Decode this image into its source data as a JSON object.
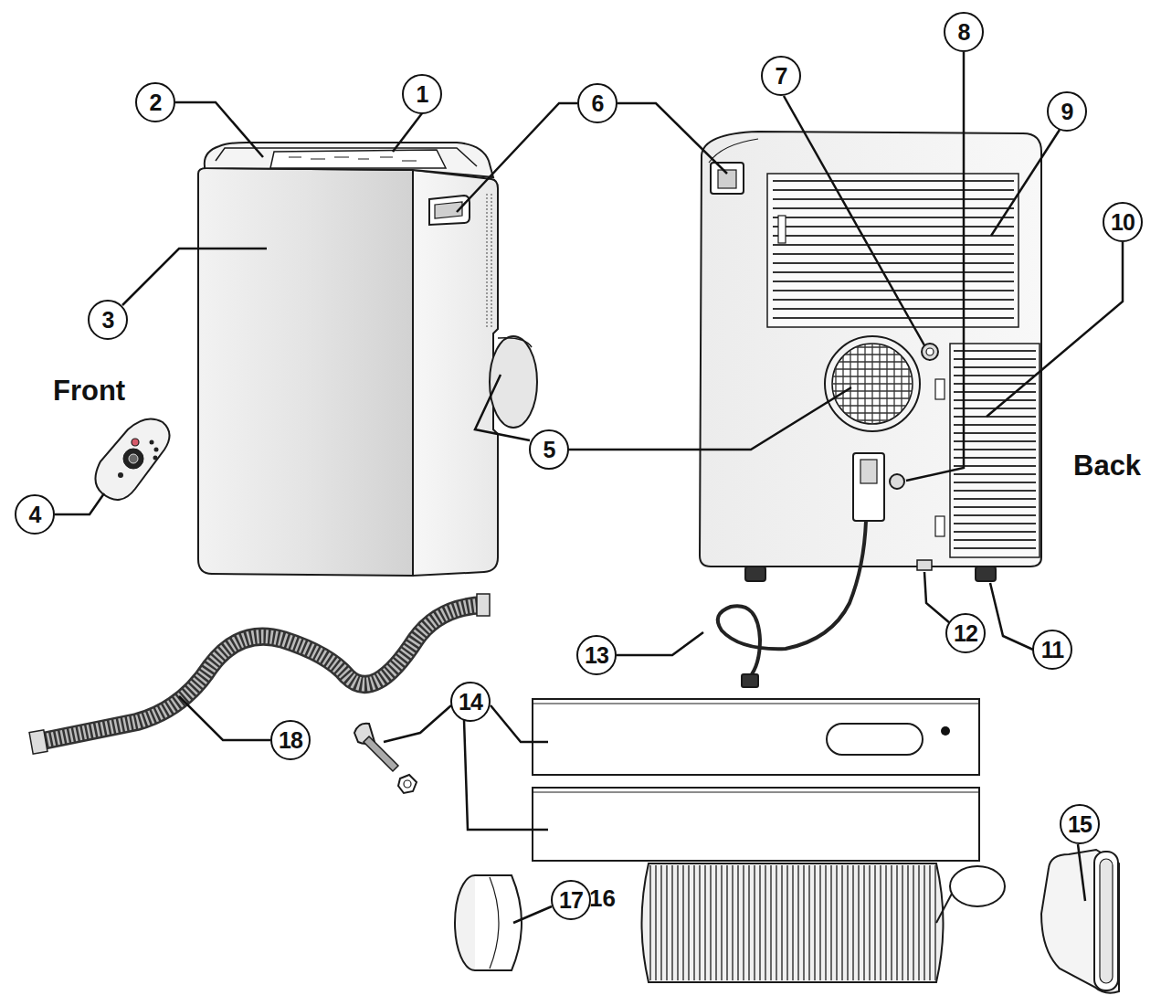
{
  "diagram": {
    "nodes": [
      {
        "text": [
          "1"
        ]
      },
      {
        "text": [
          "2"
        ]
      },
      {
        "text": [
          "3"
        ]
      },
      {
        "text": [
          "4"
        ]
      },
      {
        "text": [
          "5"
        ]
      },
      {
        "text": [
          "6"
        ]
      },
      {
        "text": [
          "7"
        ]
      },
      {
        "text": [
          "8"
        ]
      },
      {
        "text": [
          "9"
        ]
      },
      {
        "text": [
          "10"
        ]
      },
      {
        "text": [
          "11"
        ]
      },
      {
        "text": [
          "12"
        ]
      },
      {
        "text": [
          "13"
        ]
      },
      {
        "text": [
          "14"
        ]
      },
      {
        "text": [
          "15"
        ]
      },
      {
        "text": [
          "17"
        ]
      },
      {
        "text": [
          "18"
        ]
      }
    ],
    "labels": [
      "Front",
      "Back",
      "16"
    ]
  }
}
